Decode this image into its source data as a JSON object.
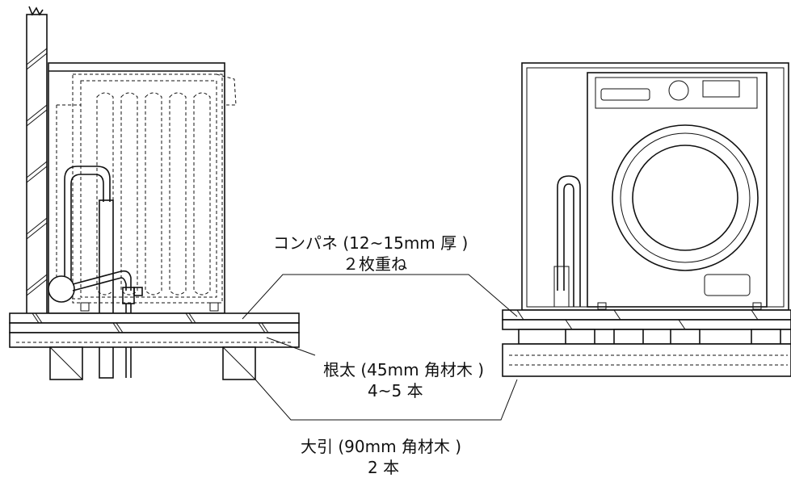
{
  "labels": {
    "panel_line1": "コンパネ (12~15mm 厚 )",
    "panel_line2": "２枚重ね",
    "joist_line1": "根太 (45mm 角材木 )",
    "joist_line2": "4~5 本",
    "beam_line1": "大引 (90mm 角材木 )",
    "beam_line2": "2 本"
  }
}
